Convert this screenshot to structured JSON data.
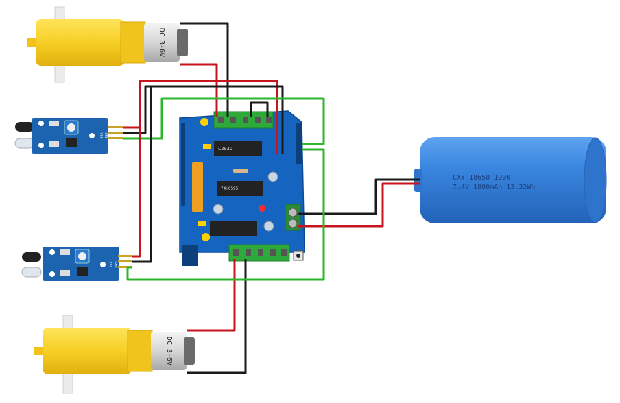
{
  "motor_top": {
    "label": "DC 3-6V"
  },
  "motor_bottom": {
    "label": "DC 3-6V"
  },
  "ir_sensor_top": {
    "label_line1": "VCC",
    "label_line2": "GND"
  },
  "ir_sensor_bottom": {
    "label_line1": "VCC",
    "label_line2": "GND"
  },
  "shield": {
    "chip_upper": "L293D",
    "chip_lower": "74HC595"
  },
  "battery": {
    "line1": "CXY 18650 1900",
    "line2": "7.4V 1800mAh 13.32Wh"
  },
  "colors": {
    "wire_red": "#c8141e",
    "wire_black": "#1a1a1a",
    "wire_green": "#2db52d",
    "board": "#1565c0",
    "terminal": "#2eaa3a",
    "motor": "#f7cf25",
    "battery": "#3a86e0"
  }
}
